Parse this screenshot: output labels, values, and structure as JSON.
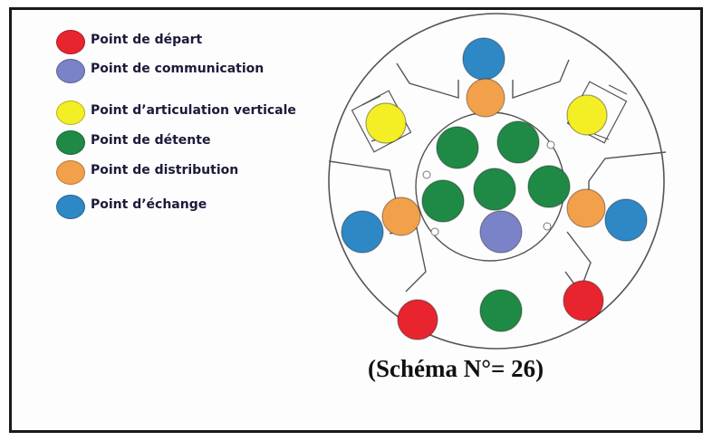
{
  "legend": [
    {
      "label": "Point de départ",
      "color": "#e8252f",
      "icon": "red-dot"
    },
    {
      "label": "Point de communication",
      "color": "#7a82c8",
      "icon": "purple-dot"
    },
    {
      "label": "Point d’articulation verticale",
      "color": "#f4ee24",
      "icon": "yellow-dot"
    },
    {
      "label": "Point de détente",
      "color": "#1f8a45",
      "icon": "green-dot"
    },
    {
      "label": "Point de distribution",
      "color": "#f3a04b",
      "icon": "orange-dot"
    },
    {
      "label": "Point d’échange",
      "color": "#2f88c6",
      "icon": "blue-dot"
    }
  ],
  "caption": "(Schéma N°= 26)",
  "colors": {
    "depart": "#e8252f",
    "communication": "#7a82c8",
    "articulation": "#f4ee24",
    "detente": "#1f8a45",
    "distribution": "#f3a04b",
    "echange": "#2f88c6",
    "plan_line": "#555555"
  }
}
